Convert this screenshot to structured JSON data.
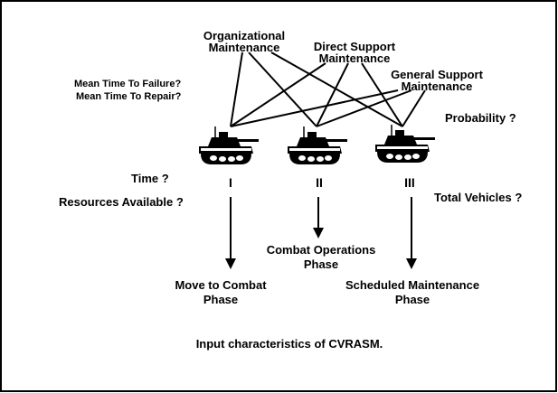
{
  "maintenance_levels": {
    "organizational": [
      "Organizational",
      "Maintenance"
    ],
    "direct_support": [
      "Direct Support",
      "Maintenance"
    ],
    "general_support": [
      "General Support",
      "Maintenance"
    ]
  },
  "left_questions": {
    "mttf": "Mean Time To Failure?",
    "mttr": "Mean Time To Repair?"
  },
  "probability": "Probability ?",
  "time": "Time ?",
  "resources": "Resources Available ?",
  "total_vehicles": "Total Vehicles ?",
  "vehicle_numerals": [
    "I",
    "II",
    "III"
  ],
  "phases": {
    "combat_operations": [
      "Combat Operations",
      "Phase"
    ],
    "move_to_combat": [
      "Move to Combat",
      "Phase"
    ],
    "scheduled_maintenance": [
      "Scheduled Maintenance",
      "Phase"
    ]
  },
  "caption": "Input characteristics of CVRASM.",
  "icons": [
    "tank-icon"
  ],
  "colors": {
    "ink": "#000000",
    "background": "#ffffff"
  }
}
